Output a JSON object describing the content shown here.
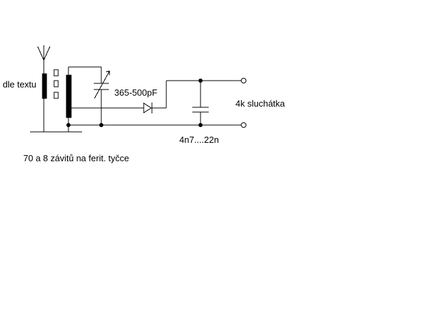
{
  "labels": {
    "coil_note": "dle textu",
    "capacitor_variable": "365-500pF",
    "headphones": "4k sluchátka",
    "capacitor_fixed": "4n7....22n",
    "winding_note": "70 a 8 závitů na ferit. tyčce"
  },
  "colors": {
    "ink": "#000000",
    "background": "#ffffff"
  }
}
